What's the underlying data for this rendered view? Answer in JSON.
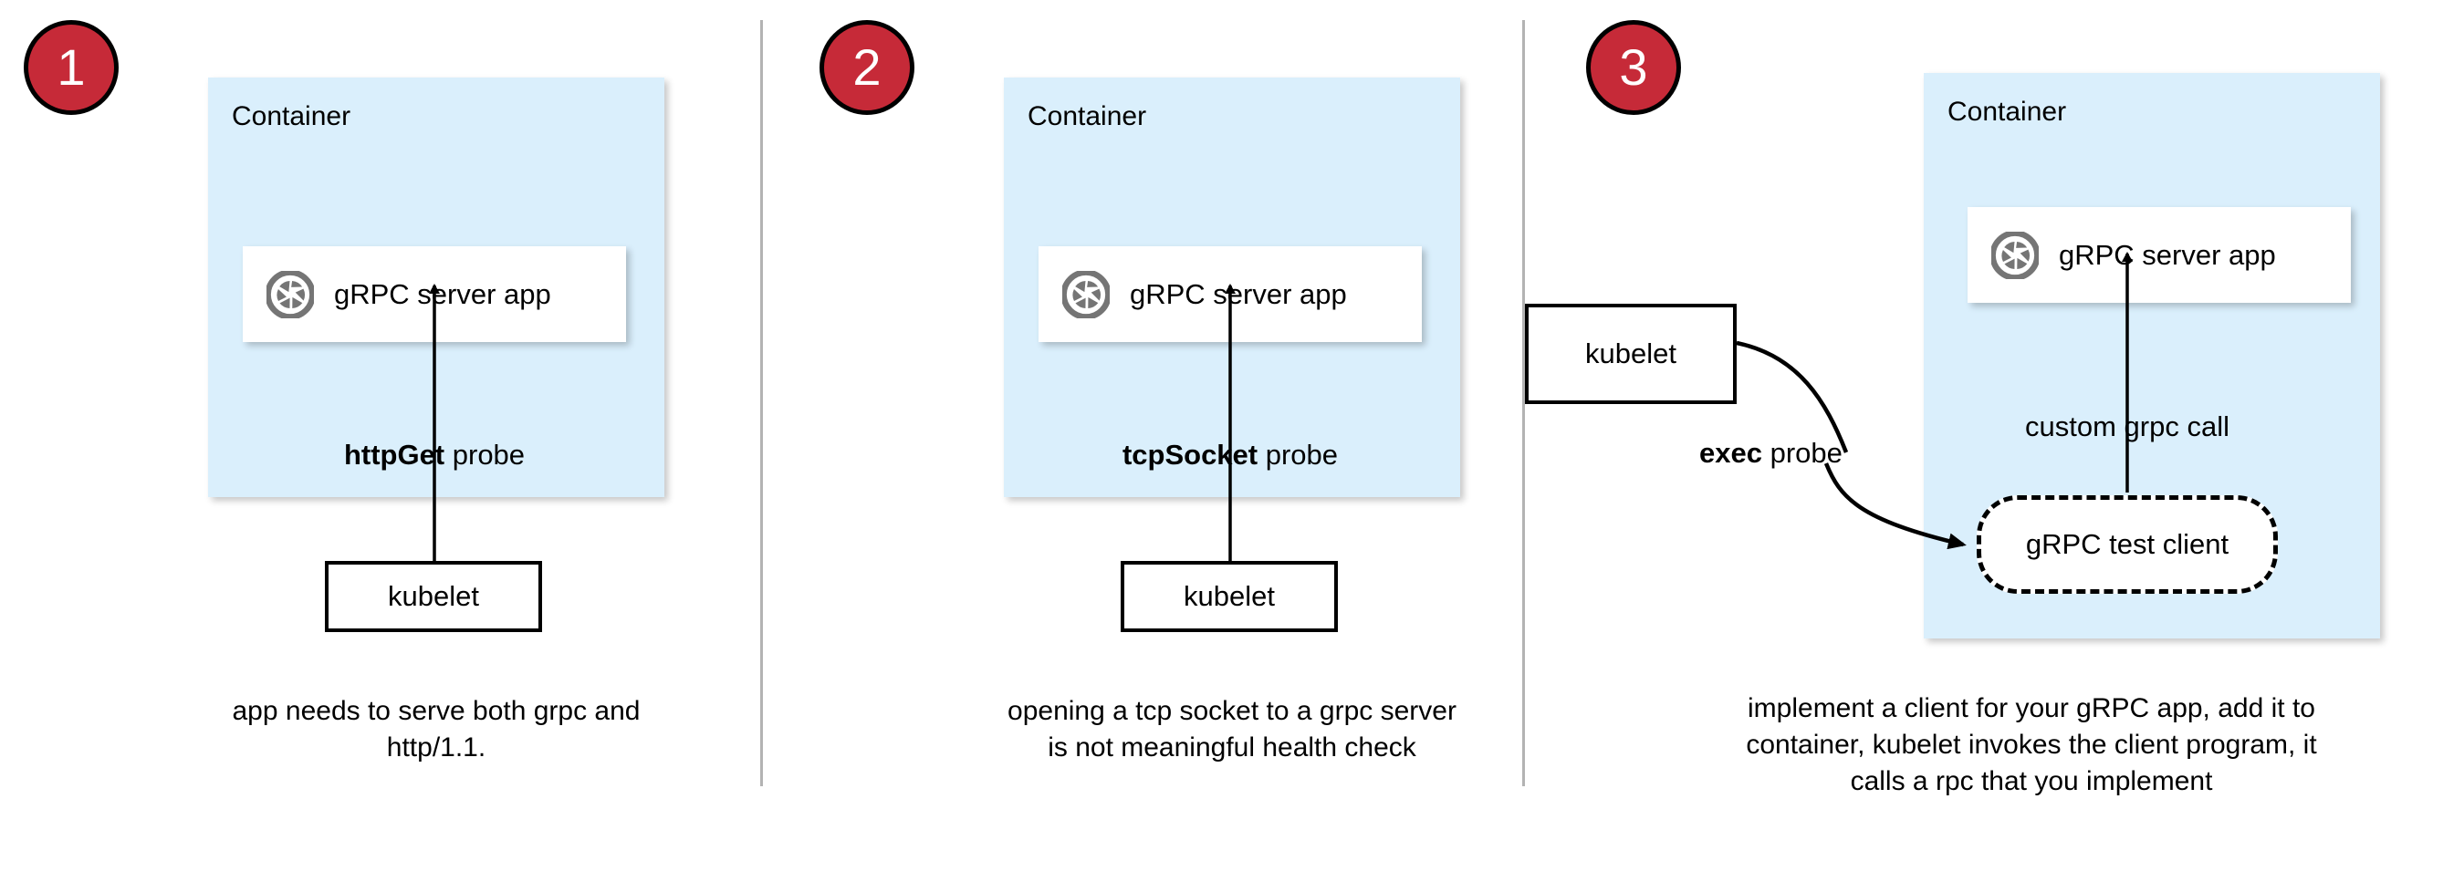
{
  "colors": {
    "badge_fill": "#c62a38",
    "badge_border": "#000000",
    "badge_text": "#ffffff",
    "container_fill": "#daeffc",
    "card_fill": "#ffffff",
    "icon_gray": "#757575",
    "divider": "#b3b3b3",
    "stroke": "#000000"
  },
  "panels": [
    {
      "badge": "1",
      "container_label": "Container",
      "app_label": "gRPC server app",
      "app_icon": "grpc-aperture-icon",
      "probe_label_bold": "httpGet",
      "probe_label_rest": " probe",
      "kubelet_label": "kubelet",
      "caption": "app needs to serve both grpc and http/1.1."
    },
    {
      "badge": "2",
      "container_label": "Container",
      "app_label": "gRPC server app",
      "app_icon": "grpc-aperture-icon",
      "probe_label_bold": "tcpSocket",
      "probe_label_rest": " probe",
      "kubelet_label": "kubelet",
      "caption": "opening a tcp socket to a grpc server is not meaningful health check"
    },
    {
      "badge": "3",
      "container_label": "Container",
      "app_label": "gRPC server app",
      "app_icon": "grpc-aperture-icon",
      "probe_label_bold": "exec",
      "probe_label_rest": " probe",
      "kubelet_label": "kubelet",
      "call_label": "custom grpc call",
      "test_client_label": "gRPC test client",
      "caption": "implement a client for your gRPC app, add it to container, kubelet invokes the client program, it calls a rpc that you implement"
    }
  ]
}
